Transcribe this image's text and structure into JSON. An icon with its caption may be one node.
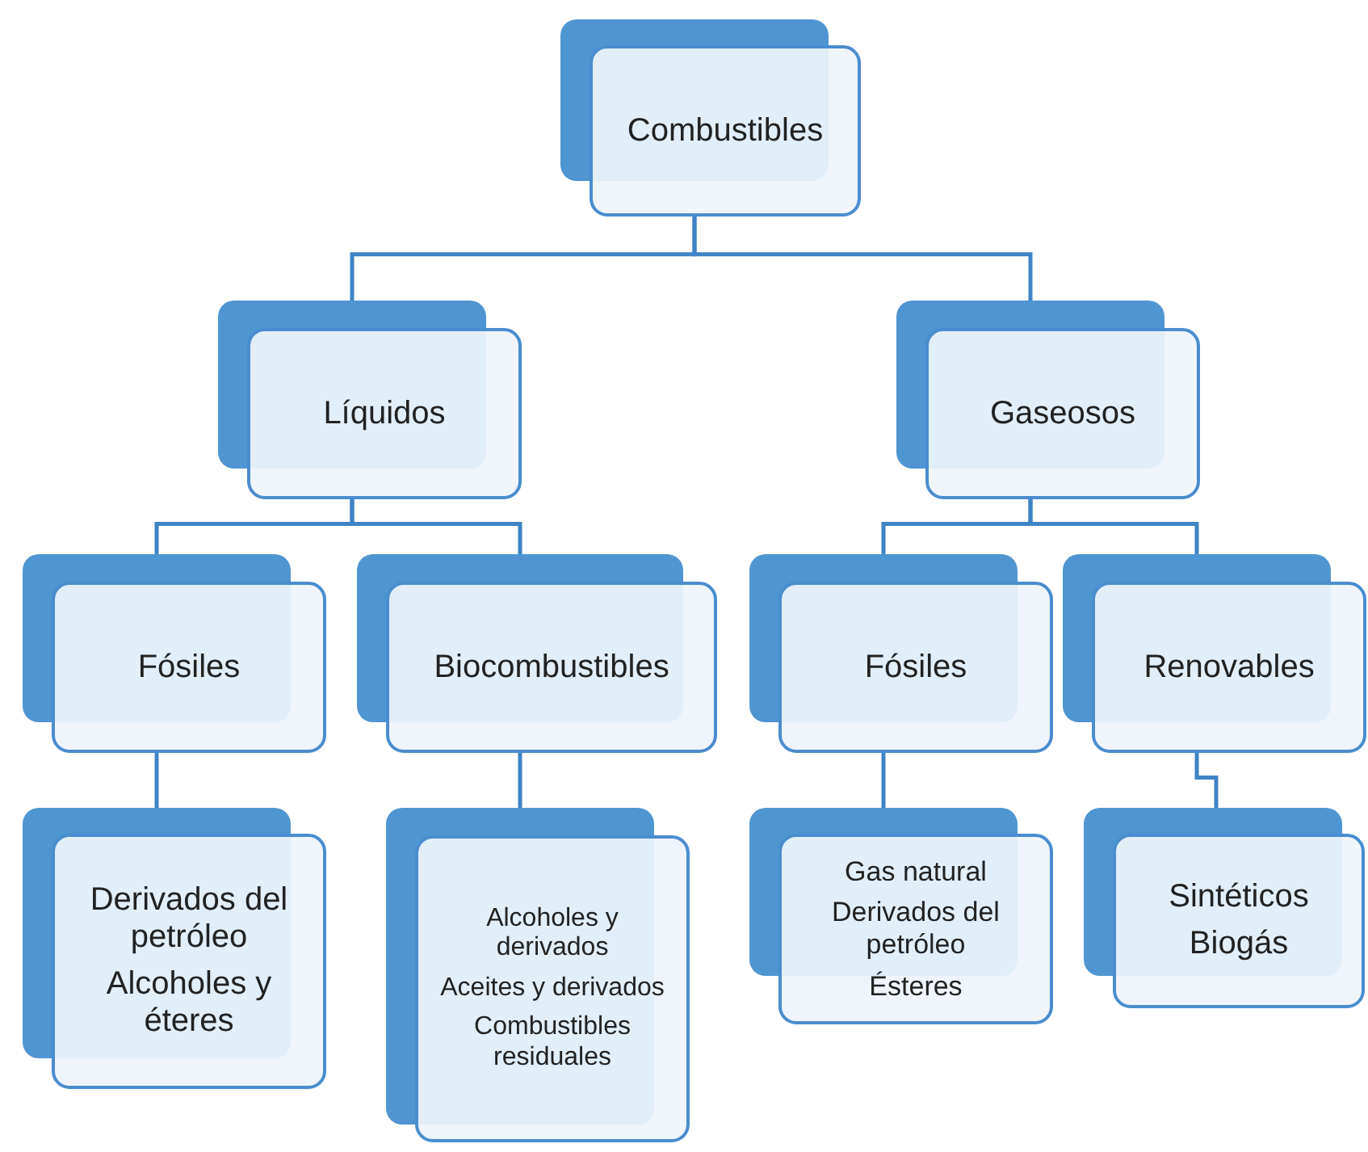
{
  "diagram": {
    "nodes": [
      {
        "text": [
          "Combustibles"
        ]
      },
      {
        "text": [
          "Líquidos"
        ]
      },
      {
        "text": [
          "Gaseosos"
        ]
      },
      {
        "text": [
          "Fósiles"
        ]
      },
      {
        "text": [
          "Biocombustibles"
        ]
      },
      {
        "text": [
          "Fósiles"
        ]
      },
      {
        "text": [
          "Renovables"
        ]
      },
      {
        "text": [
          "Derivados del petróleo",
          "Alcoholes y éteres"
        ]
      },
      {
        "text": [
          "Alcoholes y derivados",
          "Aceites y derivados",
          "Combustibles residuales"
        ]
      },
      {
        "text": [
          "Gas natural",
          "Derivados del petróleo",
          "Ésteres"
        ]
      },
      {
        "text": [
          "Sintéticos",
          "Biogás"
        ]
      }
    ],
    "edges": [
      {
        "from": 0,
        "to": 1,
        "arrow": "none"
      },
      {
        "from": 0,
        "to": 2,
        "arrow": "none"
      },
      {
        "from": 1,
        "to": 3,
        "arrow": "none"
      },
      {
        "from": 1,
        "to": 4,
        "arrow": "none"
      },
      {
        "from": 2,
        "to": 5,
        "arrow": "none"
      },
      {
        "from": 2,
        "to": 6,
        "arrow": "none"
      },
      {
        "from": 3,
        "to": 7,
        "arrow": "none"
      },
      {
        "from": 4,
        "to": 8,
        "arrow": "none"
      },
      {
        "from": 5,
        "to": 9,
        "arrow": "none"
      },
      {
        "from": 6,
        "to": 10,
        "arrow": "none"
      }
    ]
  }
}
